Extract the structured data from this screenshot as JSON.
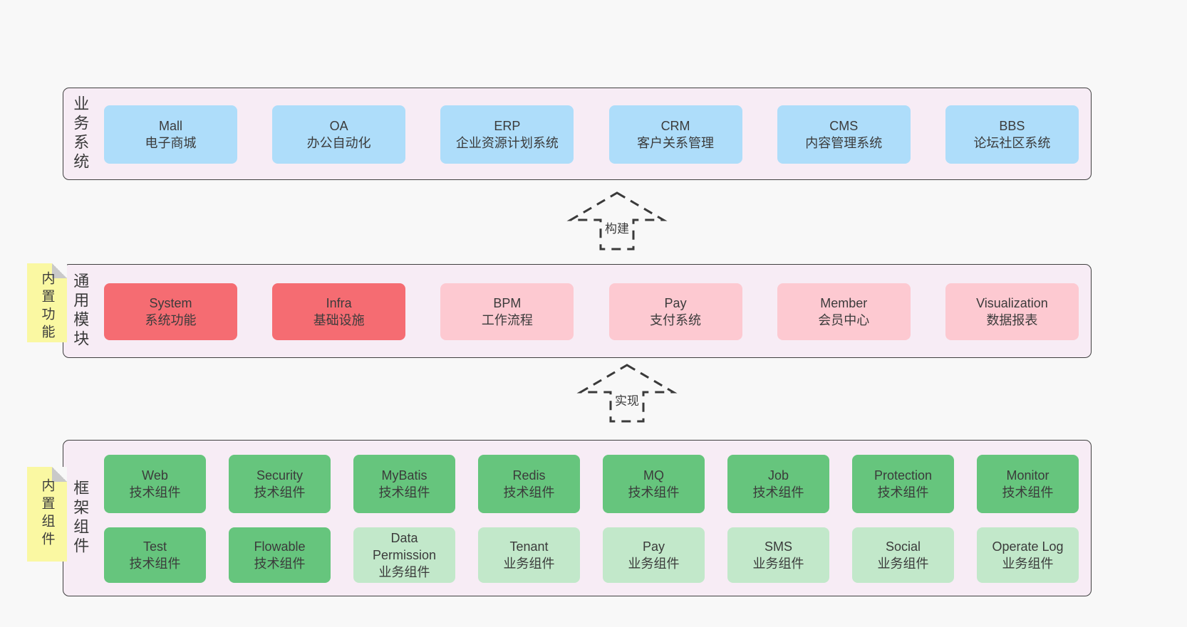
{
  "colors": {
    "page_bg": "#f8f8f8",
    "container_bg": "#f7ecf5",
    "container_border": "#3f3f3f",
    "box_blue": "#aeddfa",
    "box_red": "#f56c72",
    "box_pink": "#fdc9d1",
    "box_green": "#66c57d",
    "box_green_light": "#c2e8ca",
    "note_yellow": "#faf8a2",
    "note_fold_gray": "#c9c9c9",
    "text": "#3b3b3b"
  },
  "arrows": [
    {
      "label": "构建"
    },
    {
      "label": "实现"
    }
  ],
  "layers": [
    {
      "label": "业务系统",
      "rows": [
        [
          {
            "title": "Mall",
            "subtitle": "电子商城",
            "variant": "blue"
          },
          {
            "title": "OA",
            "subtitle": "办公自动化",
            "variant": "blue"
          },
          {
            "title": "ERP",
            "subtitle": "企业资源计划系统",
            "variant": "blue"
          },
          {
            "title": "CRM",
            "subtitle": "客户关系管理",
            "variant": "blue"
          },
          {
            "title": "CMS",
            "subtitle": "内容管理系统",
            "variant": "blue"
          },
          {
            "title": "BBS",
            "subtitle": "论坛社区系统",
            "variant": "blue"
          }
        ]
      ]
    },
    {
      "label": "通用模块",
      "note": "内置功能",
      "rows": [
        [
          {
            "title": "System",
            "subtitle": "系统功能",
            "variant": "red"
          },
          {
            "title": "Infra",
            "subtitle": "基础设施",
            "variant": "red"
          },
          {
            "title": "BPM",
            "subtitle": "工作流程",
            "variant": "pink"
          },
          {
            "title": "Pay",
            "subtitle": "支付系统",
            "variant": "pink"
          },
          {
            "title": "Member",
            "subtitle": "会员中心",
            "variant": "pink"
          },
          {
            "title": "Visualization",
            "subtitle": "数据报表",
            "variant": "pink"
          }
        ]
      ]
    },
    {
      "label": "框架组件",
      "note": "内置组件",
      "rows": [
        [
          {
            "title": "Web",
            "subtitle": "技术组件",
            "variant": "green"
          },
          {
            "title": "Security",
            "subtitle": "技术组件",
            "variant": "green"
          },
          {
            "title": "MyBatis",
            "subtitle": "技术组件",
            "variant": "green"
          },
          {
            "title": "Redis",
            "subtitle": "技术组件",
            "variant": "green"
          },
          {
            "title": "MQ",
            "subtitle": "技术组件",
            "variant": "green"
          },
          {
            "title": "Job",
            "subtitle": "技术组件",
            "variant": "green"
          },
          {
            "title": "Protection",
            "subtitle": "技术组件",
            "variant": "green"
          },
          {
            "title": "Monitor",
            "subtitle": "技术组件",
            "variant": "green"
          }
        ],
        [
          {
            "title": "Test",
            "subtitle": "技术组件",
            "variant": "green"
          },
          {
            "title": "Flowable",
            "subtitle": "技术组件",
            "variant": "green"
          },
          {
            "title": "Data Permission",
            "subtitle": "业务组件",
            "variant": "green-light"
          },
          {
            "title": "Tenant",
            "subtitle": "业务组件",
            "variant": "green-light"
          },
          {
            "title": "Pay",
            "subtitle": "业务组件",
            "variant": "green-light"
          },
          {
            "title": "SMS",
            "subtitle": "业务组件",
            "variant": "green-light"
          },
          {
            "title": "Social",
            "subtitle": "业务组件",
            "variant": "green-light"
          },
          {
            "title": "Operate Log",
            "subtitle": "业务组件",
            "variant": "green-light"
          }
        ]
      ]
    }
  ]
}
